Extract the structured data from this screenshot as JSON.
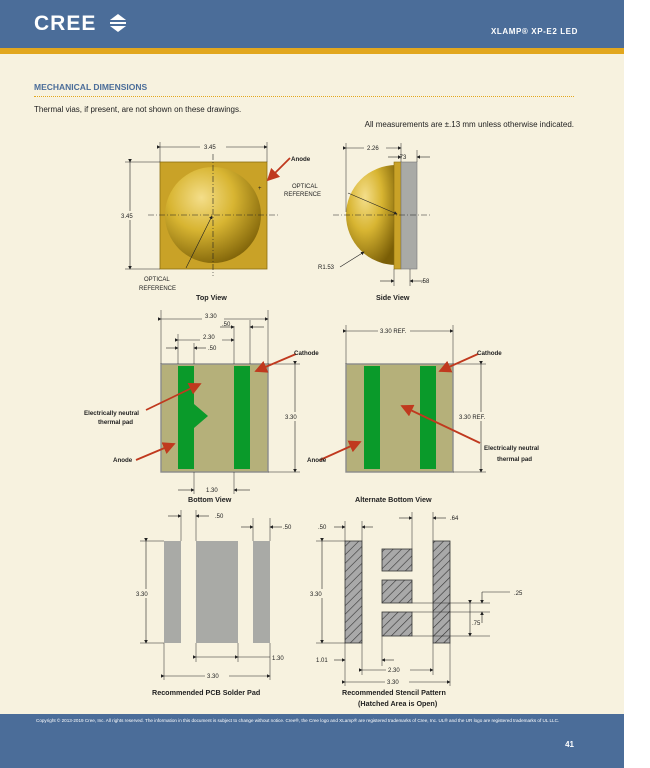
{
  "header": {
    "logo_text": "CREE",
    "doc_title": "XLAMP® XP-E2 LED",
    "colors": {
      "band": "#4b6d99",
      "stripe": "#e2a71e",
      "page": "#f7f2df"
    }
  },
  "section": {
    "title": "MECHANICAL DIMENSIONS",
    "note": "Thermal vias, if present, are not shown on these drawings.",
    "measurement_note": "All measurements are ±.13 mm unless otherwise indicated."
  },
  "top_view": {
    "caption": "Top View",
    "dim_width": "3.45",
    "dim_height": "3.45",
    "anode_label": "Anode",
    "optical_ref_line1": "OPTICAL",
    "optical_ref_line2": "REFERENCE",
    "plus_mark": "+"
  },
  "side_view": {
    "caption": "Side View",
    "dim_226": "2.26",
    "dim_73": ".73",
    "dim_58": ".58",
    "radius": "R1.53",
    "optical_ref_line1": "OPTICAL",
    "optical_ref_line2": "REFERENCE"
  },
  "bottom_view": {
    "caption": "Bottom View",
    "dim_330": "3.30",
    "dim_50": ".50",
    "dim_230": "2.30",
    "dim_50b": ".50",
    "dim_height": "3.30",
    "dim_130": "1.30",
    "cathode_label": "Cathode",
    "anode_label": "Anode",
    "pad_label_line1": "Electrically neutral",
    "pad_label_line2": "thermal pad"
  },
  "alt_bottom_view": {
    "caption": "Alternate Bottom View",
    "dim_width": "3.30 REF.",
    "dim_height": "3.30 REF.",
    "cathode_label": "Cathode",
    "anode_label": "Anode",
    "pad_label_line1": "Electrically neutral",
    "pad_label_line2": "thermal pad"
  },
  "pcb_pad": {
    "caption": "Recommended PCB Solder Pad",
    "dim_50": ".50",
    "dim_50_right": ".50",
    "dim_330_height": "3.30",
    "dim_130": "1.30",
    "dim_330_width": "3.30"
  },
  "stencil": {
    "caption_line1": "Recommended Stencil Pattern",
    "caption_line2": "(Hatched Area is Open)",
    "dim_50": ".50",
    "dim_64": ".64",
    "dim_25": ".25",
    "dim_75": ".75",
    "dim_330_height": "3.30",
    "dim_101": "1.01",
    "dim_230": "2.30",
    "dim_330_width": "3.30"
  },
  "footer": {
    "copyright": "Copyright © 2013-2019 Cree, Inc. All rights reserved. The information in this document is subject to change without notice. Cree®, the Cree logo and XLamp® are registered trademarks of Cree, Inc. UL® and the UR logo are registered trademarks of UL LLC.",
    "page_number": "41"
  }
}
